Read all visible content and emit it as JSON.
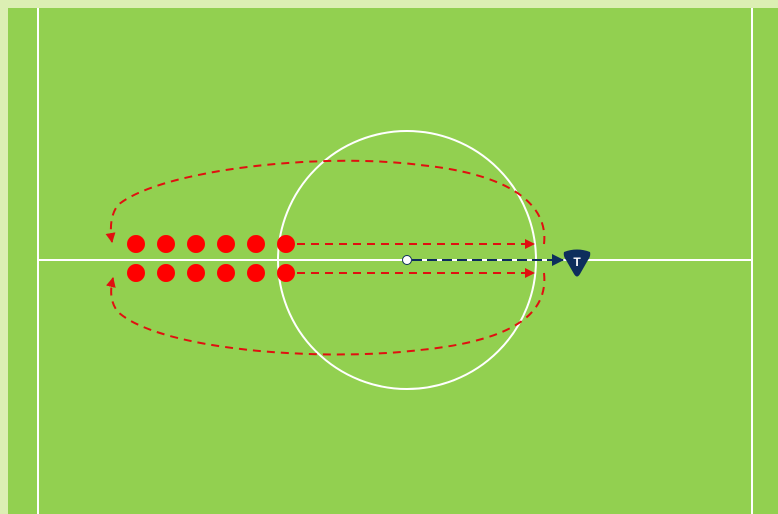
{
  "diagram": {
    "background_color": "#dcefb3",
    "pitch_color": "#92d050",
    "line_color": "#ffffff",
    "player_color": "#ff0000",
    "run_path_color": "#e01010",
    "ball_path_color": "#0d2e5c",
    "target_marker": {
      "label": "T",
      "color": "#0d2e5c",
      "icon": "target-cone-icon"
    },
    "players": {
      "rows": 2,
      "per_row": 6,
      "total": 12
    },
    "markings": [
      "halfway-line",
      "center-circle",
      "center-spot",
      "left-boundary",
      "right-boundary"
    ],
    "arrows": [
      {
        "kind": "run",
        "style": "dashed",
        "from": "top-row",
        "to": "right",
        "direction": "straight"
      },
      {
        "kind": "run",
        "style": "dashed",
        "from": "bottom-row",
        "to": "right",
        "direction": "straight"
      },
      {
        "kind": "run",
        "style": "dashed",
        "from": "right",
        "to": "top-row",
        "direction": "curved-return-top"
      },
      {
        "kind": "run",
        "style": "dashed",
        "from": "right",
        "to": "bottom-row",
        "direction": "curved-return-bottom"
      },
      {
        "kind": "pass",
        "style": "dashed",
        "from": "center-spot",
        "to": "target",
        "direction": "straight"
      }
    ]
  }
}
